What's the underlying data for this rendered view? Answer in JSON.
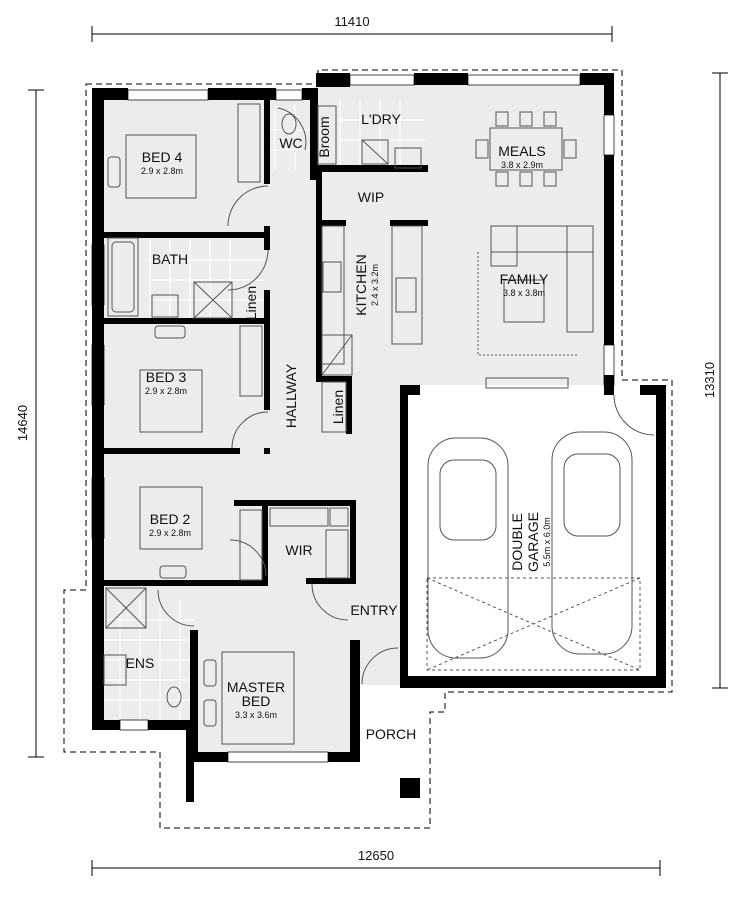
{
  "dimensions": {
    "top": "11410",
    "left": "14640",
    "right": "13310",
    "bottom": "12650"
  },
  "rooms": {
    "bed4": {
      "name": "BED 4",
      "size": "2.9 x 2.8m"
    },
    "wc": {
      "name": "WC"
    },
    "broom": {
      "name": "Broom"
    },
    "laundry": {
      "name": "L'DRY"
    },
    "meals": {
      "name": "MEALS",
      "size": "3.8 x 2.9m"
    },
    "wip": {
      "name": "WIP"
    },
    "bath": {
      "name": "BATH"
    },
    "linen1": {
      "name": "Linen"
    },
    "kitchen": {
      "name": "KITCHEN",
      "size": "2.4 x 3.2m"
    },
    "family": {
      "name": "FAMILY",
      "size": "3.8 x 3.8m"
    },
    "bed3": {
      "name": "BED 3",
      "size": "2.9 x 2.8m"
    },
    "hallway": {
      "name": "HALLWAY"
    },
    "linen2": {
      "name": "Linen"
    },
    "garage": {
      "name1": "DOUBLE",
      "name2": "GARAGE",
      "size": "5.5m x 6.0m"
    },
    "bed2": {
      "name": "BED 2",
      "size": "2.9 x 2.8m"
    },
    "wir": {
      "name": "WIR"
    },
    "entry": {
      "name": "ENTRY"
    },
    "ens": {
      "name": "ENS"
    },
    "master": {
      "name1": "MASTER",
      "name2": "BED",
      "size": "3.3 x 3.6m"
    },
    "porch": {
      "name": "PORCH"
    }
  }
}
